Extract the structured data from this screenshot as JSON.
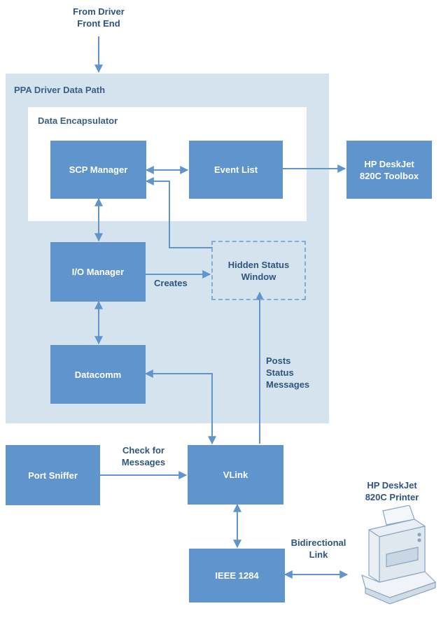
{
  "top_input": {
    "line1": "From Driver",
    "line2": "Front End"
  },
  "regions": {
    "data_path": "PPA Driver Data Path",
    "encapsulator": "Data Encapsulator"
  },
  "nodes": {
    "scp_manager": "SCP Manager",
    "event_list": "Event List",
    "toolbox": {
      "line1": "HP DeskJet",
      "line2": "820C Toolbox"
    },
    "io_manager": "I/O Manager",
    "hidden_status": {
      "line1": "Hidden Status",
      "line2": "Window"
    },
    "datacomm": "Datacomm",
    "port_sniffer": "Port Sniffer",
    "vlink": "VLink",
    "ieee1284": "IEEE 1284",
    "printer": {
      "line1": "HP DeskJet",
      "line2": "820C Printer"
    }
  },
  "edge_labels": {
    "creates": "Creates",
    "posts_status": {
      "line1": "Posts",
      "line2": "Status",
      "line3": "Messages"
    },
    "check_messages": {
      "line1": "Check for",
      "line2": "Messages"
    },
    "bidirectional": {
      "line1": "Bidirectional",
      "line2": "Link"
    }
  },
  "colors": {
    "box_fill": "#5f95cc",
    "region_fill": "#d5e3ef",
    "arrow": "#5f95cc",
    "label_text": "#2f557e"
  }
}
